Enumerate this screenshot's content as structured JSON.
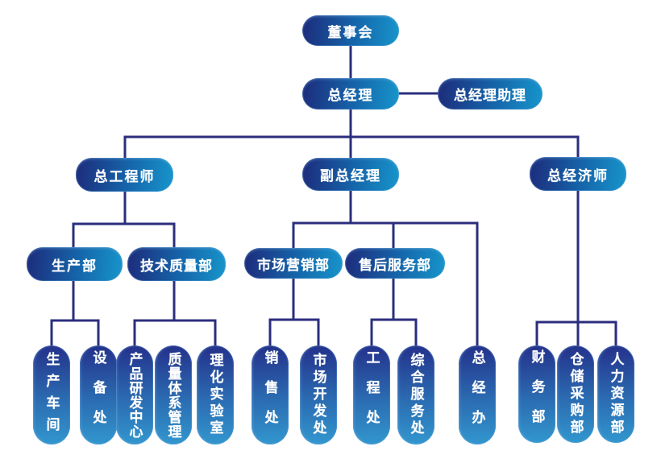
{
  "nodes": {
    "board": "董事会",
    "gm": "总经理",
    "gm_assistant": "总经理助理",
    "chief_engineer": "总工程师",
    "deputy_gm": "副总经理",
    "chief_economist": "总经济师",
    "production_dept": "生产部",
    "tech_quality_dept": "技术质量部",
    "marketing_dept": "市场营销部",
    "after_sales_dept": "售后服务部",
    "production_workshop": "生产车间",
    "equipment_office": "设备处",
    "product_rd_center": "产品研发中心",
    "quality_system_mgmt": "质量体系管理",
    "physchem_lab": "理化实验室",
    "sales_office": "销售处",
    "market_dev_office": "市场开发处",
    "engineering_office": "工程处",
    "comprehensive_service_office": "综合服务处",
    "gm_office": "总经办",
    "finance_dept": "财务部",
    "warehouse_purchasing_dept": "仓储采购部",
    "hr_dept": "人力资源部"
  },
  "edges": [
    {
      "from": "board",
      "to": "gm"
    },
    {
      "from": "gm",
      "to": "gm_assistant"
    },
    {
      "from": "gm",
      "to": "chief_engineer"
    },
    {
      "from": "gm",
      "to": "deputy_gm"
    },
    {
      "from": "gm",
      "to": "chief_economist"
    },
    {
      "from": "chief_engineer",
      "to": "production_dept"
    },
    {
      "from": "chief_engineer",
      "to": "tech_quality_dept"
    },
    {
      "from": "production_dept",
      "to": "production_workshop"
    },
    {
      "from": "production_dept",
      "to": "equipment_office"
    },
    {
      "from": "tech_quality_dept",
      "to": "product_rd_center"
    },
    {
      "from": "tech_quality_dept",
      "to": "quality_system_mgmt"
    },
    {
      "from": "tech_quality_dept",
      "to": "physchem_lab"
    },
    {
      "from": "deputy_gm",
      "to": "marketing_dept"
    },
    {
      "from": "deputy_gm",
      "to": "after_sales_dept"
    },
    {
      "from": "deputy_gm",
      "to": "gm_office"
    },
    {
      "from": "marketing_dept",
      "to": "sales_office"
    },
    {
      "from": "marketing_dept",
      "to": "market_dev_office"
    },
    {
      "from": "after_sales_dept",
      "to": "engineering_office"
    },
    {
      "from": "after_sales_dept",
      "to": "comprehensive_service_office"
    },
    {
      "from": "chief_economist",
      "to": "finance_dept"
    },
    {
      "from": "chief_economist",
      "to": "warehouse_purchasing_dept"
    },
    {
      "from": "chief_economist",
      "to": "hr_dept"
    }
  ],
  "colors": {
    "background": "#ffffff",
    "connector": "#2b2e7d",
    "pill_gradient_dark": "#1d2b7b",
    "pill_gradient_light": "#1795cb",
    "vertical_pill_top": "#24308a",
    "vertical_pill_bottom": "#3297ce",
    "text": "#ffffff"
  }
}
